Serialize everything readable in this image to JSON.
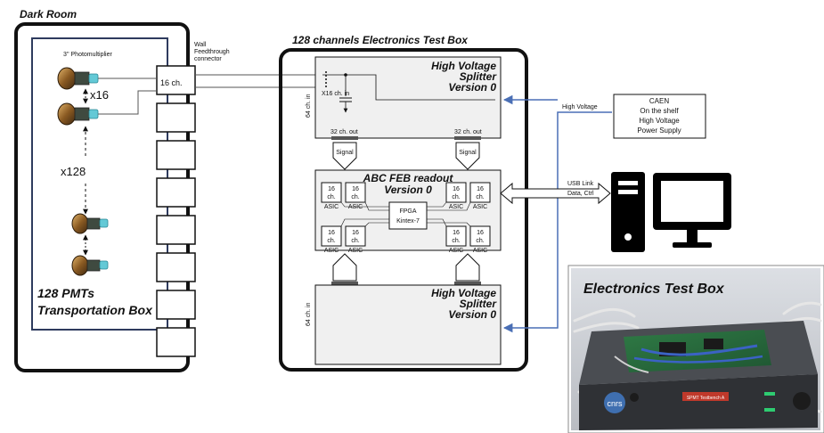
{
  "dark_room": {
    "title": "Dark Room",
    "photomultiplier_label": "3'' Photomultiplier",
    "multiplicity_16": "x16",
    "multiplicity_128": "x128",
    "pmt_box_title_1": "128 PMTs",
    "pmt_box_title_2": "Transportation Box"
  },
  "feedthrough": {
    "label_1": "Wall",
    "label_2": "Feedthrough",
    "label_3": "connector",
    "channel_label": "16 ch."
  },
  "test_box": {
    "title": "128 channels Electronics Test Box",
    "hv_splitter_top": {
      "title_1": "High Voltage",
      "title_2": "Splitter",
      "title_3": "Version 0",
      "x16_label": "X16 ch. in",
      "ch_in_label": "64 ch. in",
      "out_left": "32 ch. out",
      "out_right": "32 ch. out"
    },
    "signal_left": "Signal",
    "signal_right": "Signal",
    "feb": {
      "title_1": "ABC FEB readout",
      "title_2": "Version 0",
      "fpga_1": "FPGA",
      "fpga_2": "Kintex-7",
      "asic_ch_1": "16",
      "asic_ch_2": "ch.",
      "asic_label": "ASIC"
    },
    "hv_splitter_bottom": {
      "title_1": "High Voltage",
      "title_2": "Splitter",
      "title_3": "Version 0",
      "ch_in_label": "64 ch. in"
    }
  },
  "power_supply": {
    "line_1": "CAEN",
    "line_2": "On the shelf",
    "line_3": "High Voltage",
    "line_4": "Power Supply",
    "connection_label": "High Voltage"
  },
  "usb": {
    "label_1": "USB Link",
    "label_2": "Data, Ctrl"
  },
  "computer": {
    "icon": "desktop-computer-icon"
  },
  "photo": {
    "title": "Electronics Test Box",
    "logo_text": "cnrs",
    "sticker_text": "SPMT Testbench A"
  },
  "colors": {
    "hv_line": "#4a6fb5",
    "panel_fill": "#f0f0f0",
    "pmt_box_border": "#2e3b5e"
  }
}
